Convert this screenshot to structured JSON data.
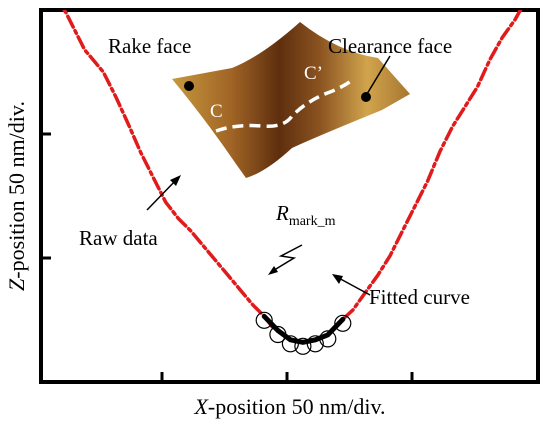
{
  "chart_data": {
    "type": "line",
    "xlabel": {
      "italic": "X",
      "rest": "-position  50  nm/div."
    },
    "ylabel": {
      "italic": "Z",
      "rest": "-position  50  nm/div."
    },
    "x_tick_count": 3,
    "y_tick_count": 3,
    "grid": false,
    "series": [
      {
        "name": "Raw data",
        "color": "#e01b1b",
        "style": "dash-dot",
        "x": [
          0.0,
          0.2,
          0.35,
          0.5,
          0.6,
          0.7,
          0.8,
          0.9,
          1.0,
          1.1,
          1.2,
          1.3,
          1.4,
          1.5,
          1.6,
          1.7,
          1.8,
          1.85,
          1.95,
          2.0,
          2.05,
          2.1,
          2.2,
          2.3,
          2.35,
          2.5,
          2.6,
          2.7,
          2.8,
          2.9,
          3.0,
          3.1,
          3.2,
          3.3,
          3.4,
          3.5,
          3.6,
          3.7,
          3.8,
          3.9,
          4.0,
          4.1,
          4.2
        ],
        "y": [
          3.25,
          2.98,
          2.68,
          2.5,
          2.3,
          2.08,
          1.85,
          1.65,
          1.45,
          1.32,
          1.22,
          1.1,
          0.98,
          0.86,
          0.74,
          0.62,
          0.52,
          0.45,
          0.38,
          0.34,
          0.32,
          0.32,
          0.34,
          0.38,
          0.44,
          0.58,
          0.72,
          0.86,
          1.02,
          1.22,
          1.42,
          1.62,
          1.86,
          2.06,
          2.22,
          2.38,
          2.6,
          2.78,
          2.92,
          3.1,
          3.3,
          3.45,
          3.6
        ]
      },
      {
        "name": "Fitted curve",
        "color": "#000000",
        "style": "solid",
        "x": [
          1.79,
          1.9,
          2.0,
          2.1,
          2.2,
          2.3,
          2.42
        ],
        "y": [
          0.0,
          0.0,
          0.0,
          0.0,
          0.0,
          0.0,
          0.0
        ]
      }
    ],
    "annotations": {
      "raw_data": "Raw data",
      "fitted_curve": "Fitted curve",
      "radius_symbol": "R",
      "radius_subscript": "mark_m",
      "rake_face": "Rake face",
      "clearance_face": "Clearance face",
      "point_c": "C",
      "point_c_prime": "C’"
    }
  },
  "colors": {
    "raw": "#e01b1b",
    "fit": "#000000",
    "inset_light": "#c6983f",
    "inset_dark": "#5e2e0e"
  }
}
